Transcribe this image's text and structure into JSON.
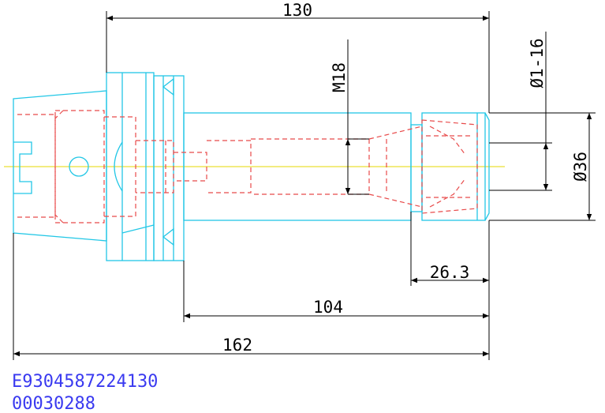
{
  "dimensions": {
    "overall_top": "130",
    "thread": "M18",
    "clamp_range": "Ø1-16",
    "nut_diameter": "Ø36",
    "nut_length": "26.3",
    "projection": "104",
    "total_length": "162"
  },
  "codes": {
    "part_number": "E9304587224130",
    "serial": "00030288"
  },
  "colors": {
    "outline": "#22c7e6",
    "hidden_lines": "#e84a4a",
    "center_axis": "#e6d800",
    "dimension": "#000000",
    "code_text": "#3a3af0"
  }
}
